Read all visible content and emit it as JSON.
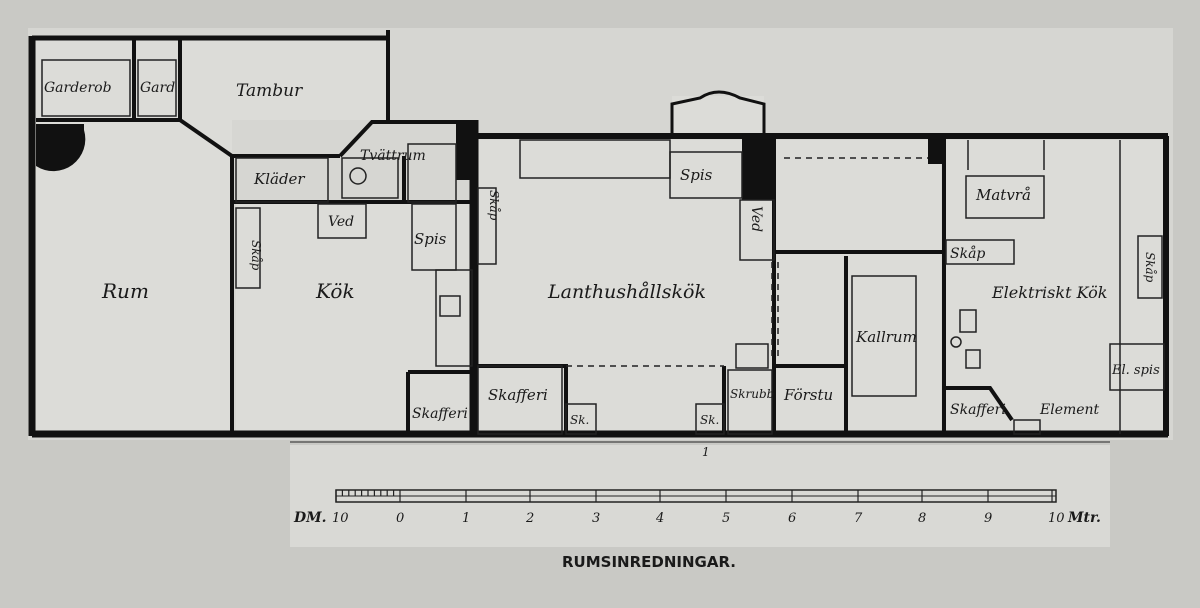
{
  "rooms": {
    "garderob": "Garderob",
    "gard": "Gard",
    "tambur": "Tambur",
    "tvattrum": "Tvättrum",
    "klader": "Kläder",
    "ved1": "Ved",
    "skap1": "Skåp",
    "spis1": "Spis",
    "rum": "Rum",
    "kok": "Kök",
    "skafferi1": "Skafferi",
    "skap2": "Skåp",
    "spis2": "Spis",
    "lanthushallskok": "Lanthushållskök",
    "ved2": "Ved",
    "skafferi2": "Skafferi",
    "sk1": "Sk.",
    "sk2": "Sk.",
    "skrubb": "Skrubb",
    "forstu": "Förstu",
    "kallrum": "Kallrum",
    "matvra": "Matvrå",
    "skap3": "Skåp",
    "skap4": "Skåp",
    "elektriskt_kok": "Elektriskt Kök",
    "el_spis": "El. spis",
    "skafferi3": "Skafferi",
    "element": "Element"
  },
  "section_marker": "1",
  "scale": {
    "left_unit": "DM.",
    "right_unit": "Mtr.",
    "ticks": [
      "10",
      "0",
      "1",
      "2",
      "3",
      "4",
      "5",
      "6",
      "7",
      "8",
      "9",
      "10"
    ]
  },
  "caption": "RUMSINREDNINGAR."
}
